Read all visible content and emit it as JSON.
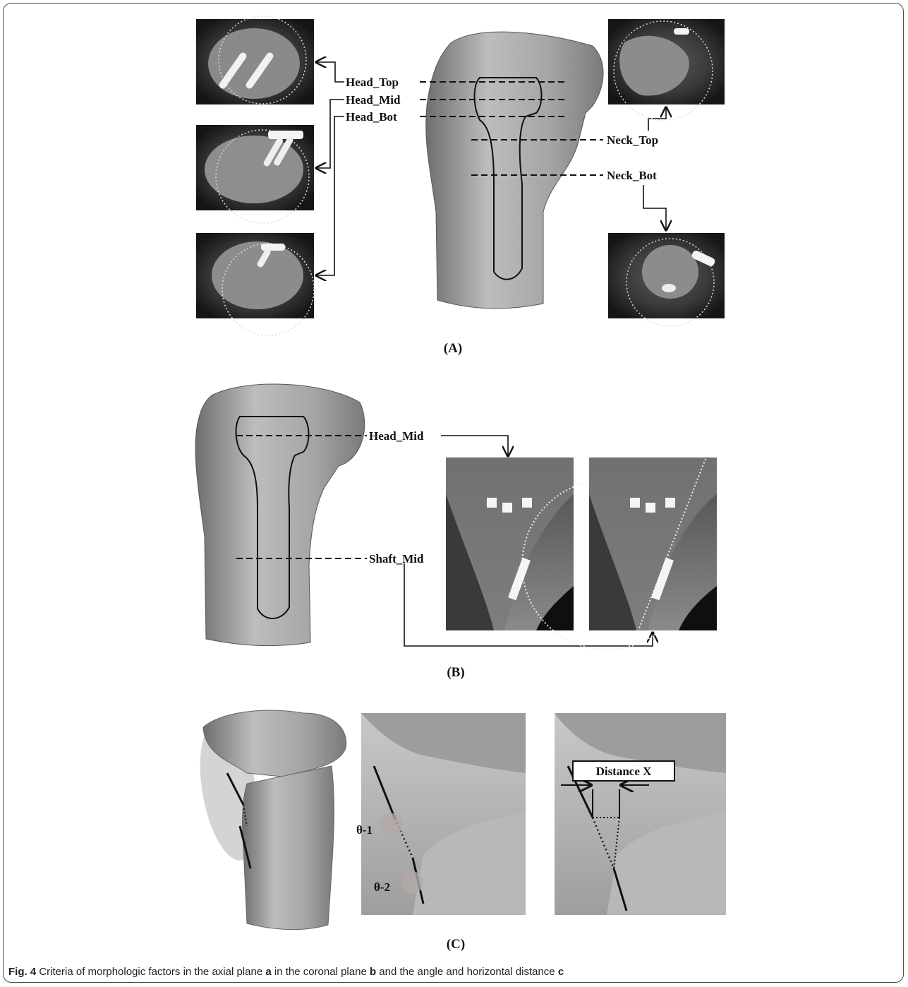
{
  "panel_a": {
    "label": "(A)",
    "levels": {
      "head_top": "Head_Top",
      "head_mid": "Head_Mid",
      "head_bot": "Head_Bot",
      "neck_top": "Neck_Top",
      "neck_bot": "Neck_Bot"
    }
  },
  "panel_b": {
    "label": "(B)",
    "levels": {
      "head_mid": "Head_Mid",
      "shaft_mid": "Shaft_Mid"
    }
  },
  "panel_c": {
    "label": "(C)",
    "theta1": "θ-1",
    "theta2": "θ-2",
    "distance": "Distance X"
  },
  "caption": {
    "fig": "Fig. 4",
    "text1": " Criteria of morphologic factors in the axial plane ",
    "a": "a",
    "text2": " in the coronal plane ",
    "b": "b",
    "text3": " and the angle and horizontal distance ",
    "c": "c"
  },
  "colors": {
    "ct_bg": "#1a1a1a",
    "bone": "#9a9a9a",
    "ink": "#111111"
  }
}
